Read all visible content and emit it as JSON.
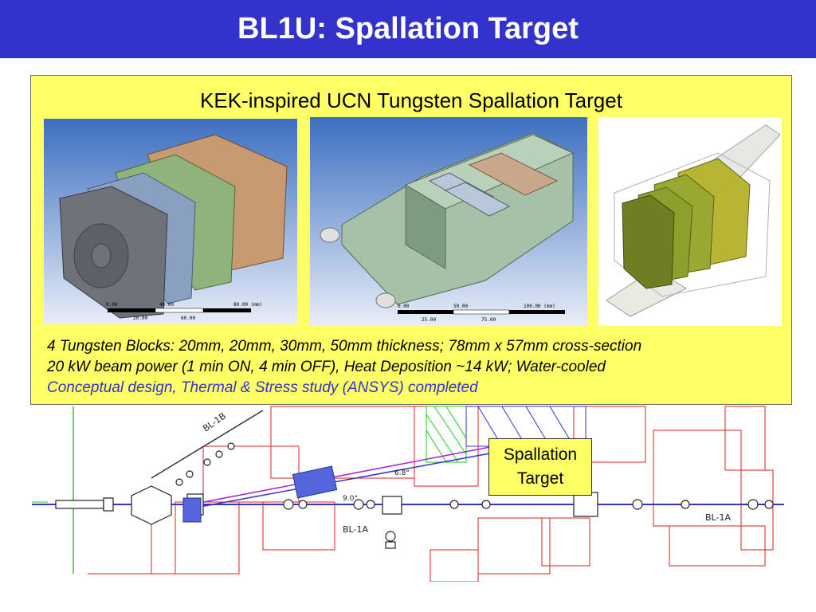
{
  "slide": {
    "title": "BL1U: Spallation Target",
    "colors": {
      "title_bar": "#3333cc",
      "callout_fill": "#ffff66",
      "accent_text": "#3333cc"
    }
  },
  "callout": {
    "title": "KEK-inspired UCN Tungsten Spallation Target",
    "image1_scale": [
      "0.00",
      "40.00",
      "80.00 (mm)",
      "20.00",
      "60.00"
    ],
    "image2_scale": [
      "0.00",
      "50.00",
      "100.00 (mm)",
      "25.00",
      "75.00"
    ],
    "lines": [
      "4 Tungsten Blocks:  20mm, 20mm, 30mm, 50mm thickness; 78mm x 57mm cross-section",
      "20 kW beam power (1 min ON, 4 min OFF), Heat Deposition ~14 kW; Water-cooled",
      "Conceptual design, Thermal & Stress study (ANSYS) completed"
    ]
  },
  "drawing": {
    "labels": {
      "bl1b": "BL-1B",
      "bl1a_left": "BL-1A",
      "bl1a_right": "BL-1A",
      "angle1": "6.8°",
      "angle2": "9.0°"
    }
  },
  "spallation_label": [
    "Spallation",
    "Target"
  ]
}
